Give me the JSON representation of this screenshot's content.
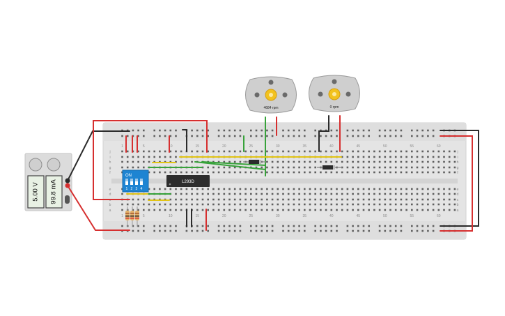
{
  "power_supply": {
    "voltage": "5.00 V",
    "current": "99.8 mA"
  },
  "motors": [
    {
      "speed": "4684 rpm"
    },
    {
      "speed": "0 rpm"
    }
  ],
  "chip": {
    "label": "L293D"
  },
  "dip_switch": {
    "on_label": "ON",
    "positions": [
      "1",
      "2",
      "3",
      "4"
    ]
  },
  "breadboard": {
    "column_labels": [
      "1",
      "5",
      "10",
      "15",
      "20",
      "25",
      "30",
      "35",
      "40",
      "45",
      "50",
      "55",
      "60"
    ],
    "row_labels_top": [
      "j",
      "i",
      "h",
      "g",
      "f"
    ],
    "row_labels_bottom": [
      "e",
      "d",
      "c",
      "b",
      "a"
    ]
  },
  "colors": {
    "wire_red": "#d62f2f",
    "wire_black": "#2b2b2b",
    "wire_green": "#37a23a",
    "wire_yellow": "#e2c415",
    "breadboard": "#e4e4e4",
    "motor_gear": "#f2c21f",
    "dip_blue": "#1e84d2"
  }
}
